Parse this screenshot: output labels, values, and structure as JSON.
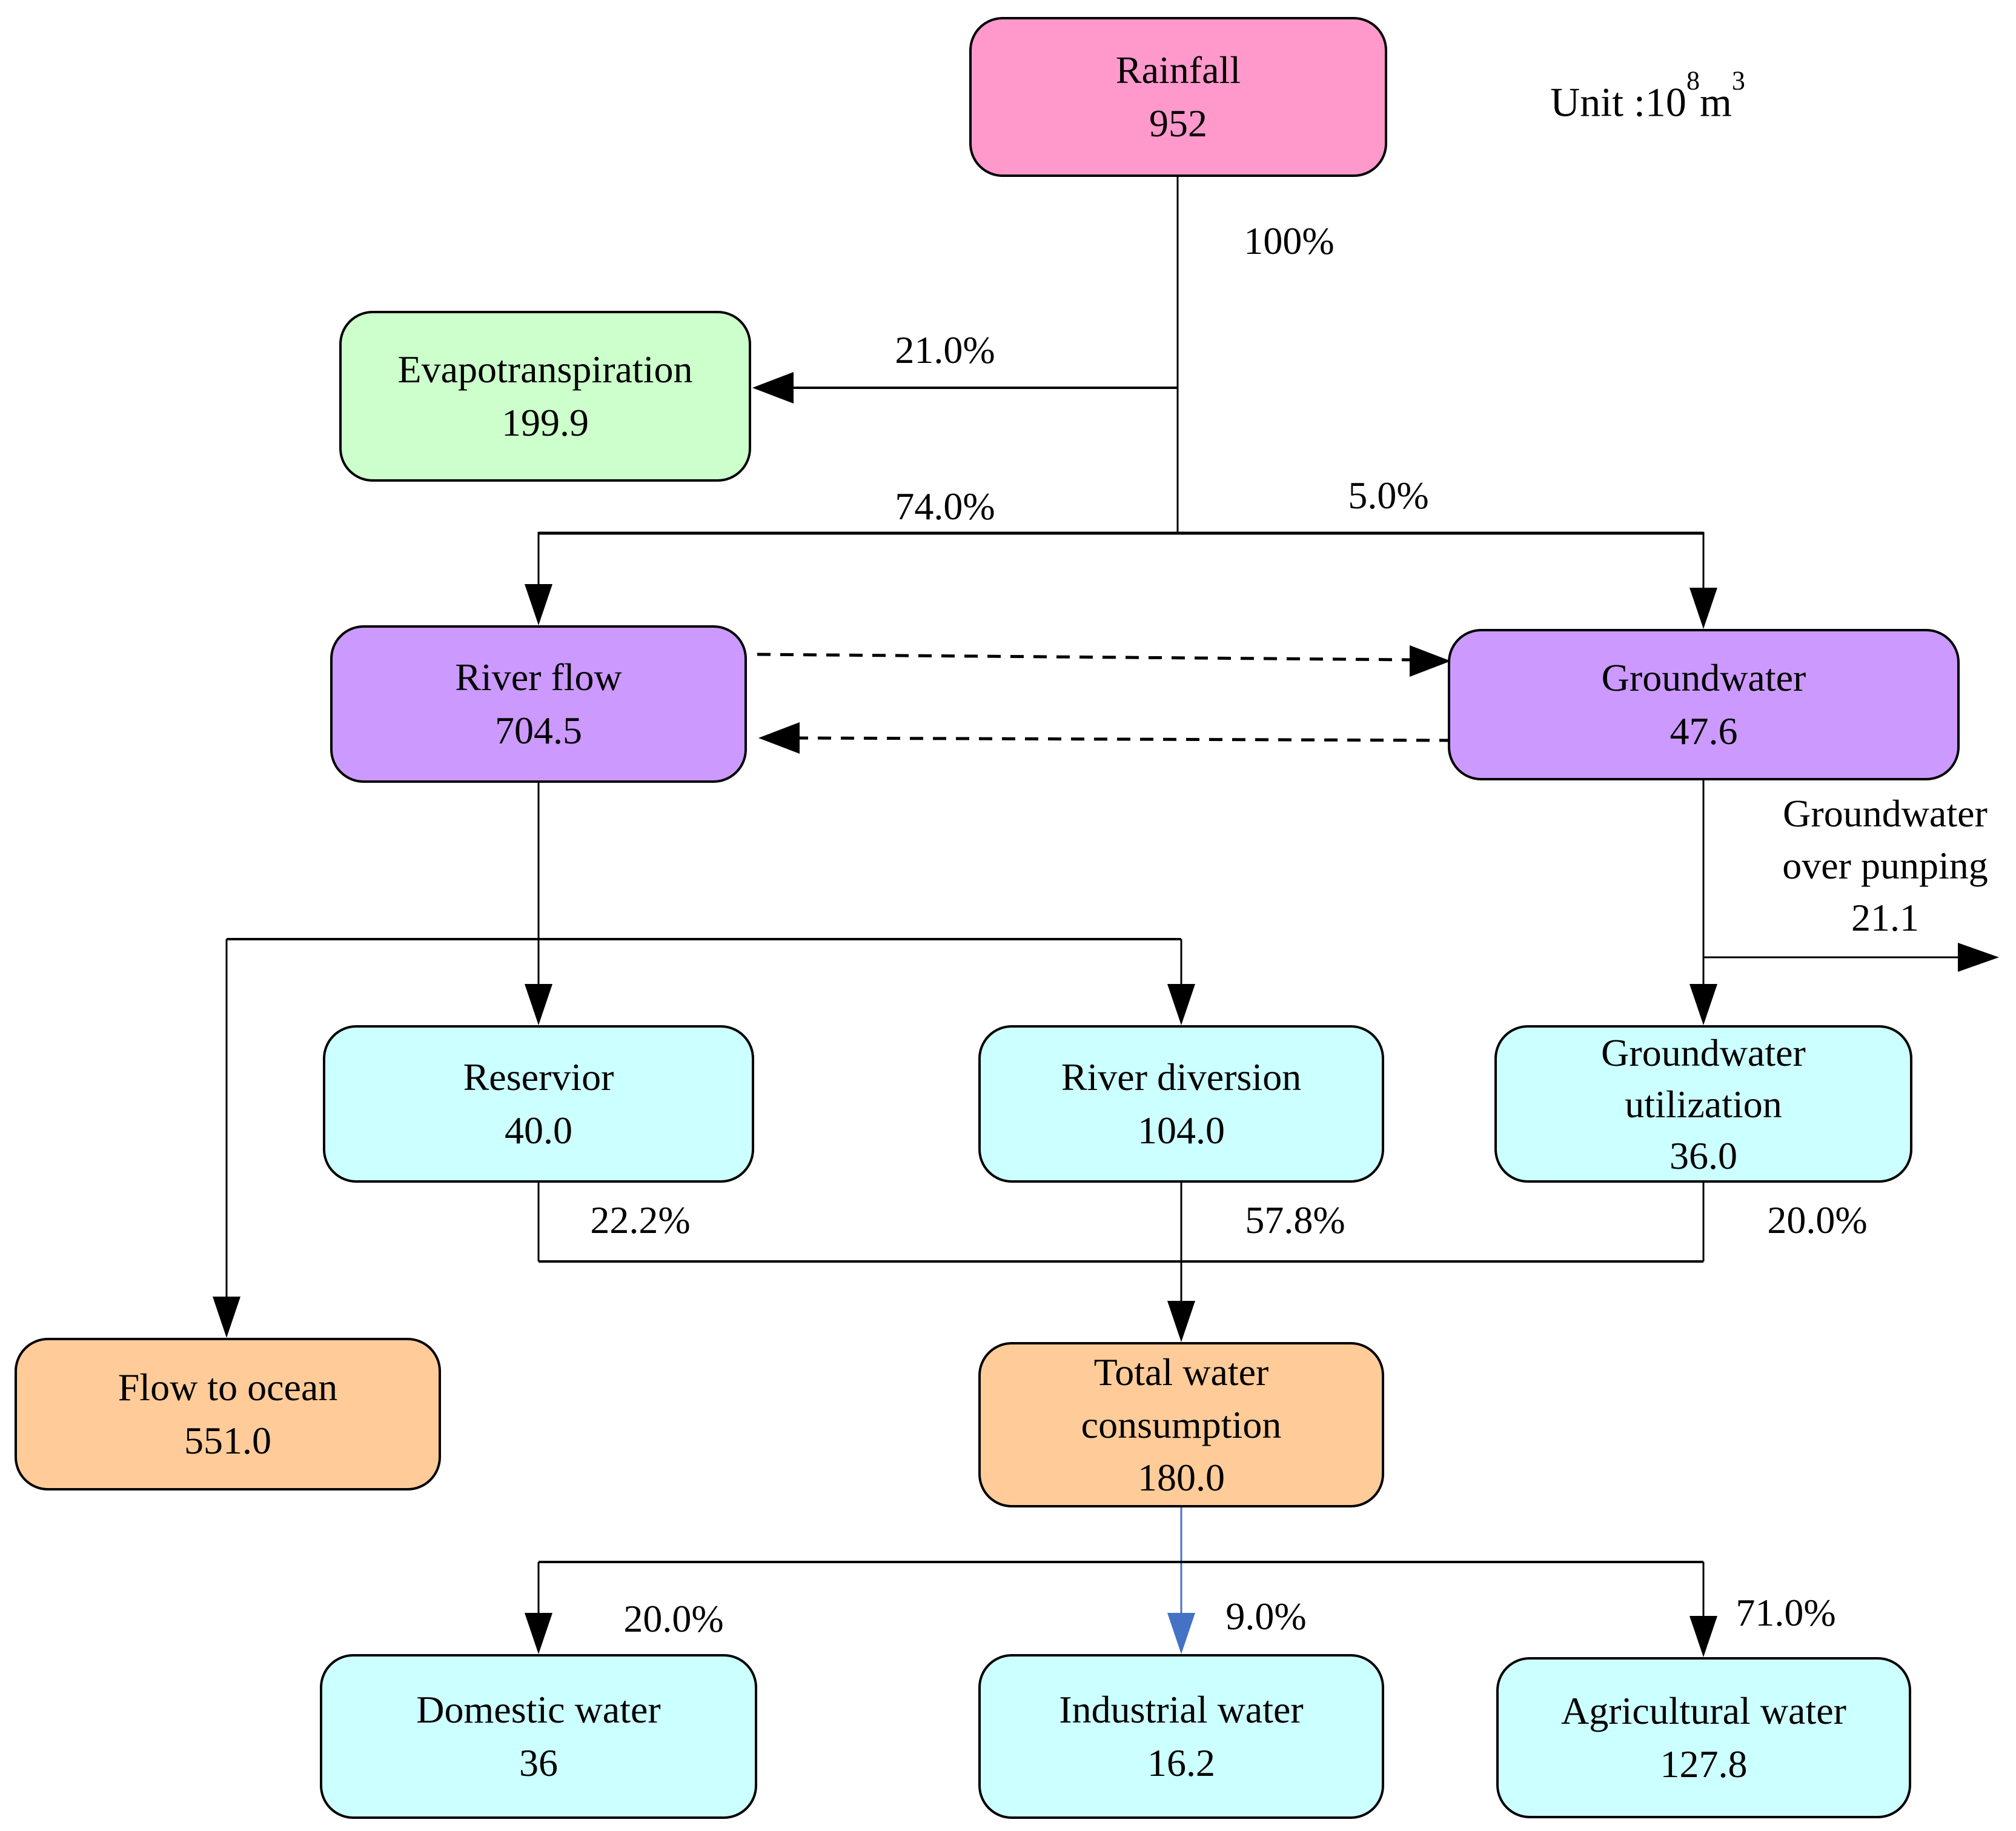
{
  "unit": {
    "prefix": "Unit :10",
    "sup1": "8",
    "base": "m",
    "sup2": "3"
  },
  "nodes": {
    "rainfall": {
      "label": "Rainfall",
      "value": "952",
      "color": "#FF99CC"
    },
    "evapotranspiration": {
      "label": "Evapotranspiration",
      "value": "199.9",
      "color": "#CCFFCC"
    },
    "river_flow": {
      "label": "River flow",
      "value": "704.5",
      "color": "#CC99FF"
    },
    "groundwater": {
      "label": "Groundwater",
      "value": "47.6",
      "color": "#CC99FF"
    },
    "reservior": {
      "label": "Reservior",
      "value": "40.0",
      "color": "#CCFFFF"
    },
    "river_diversion": {
      "label": "River diversion",
      "value": "104.0",
      "color": "#CCFFFF"
    },
    "groundwater_utilization": {
      "line1": "Groundwater",
      "line2": "utilization",
      "value": "36.0",
      "color": "#CCFFFF"
    },
    "flow_to_ocean": {
      "label": "Flow to ocean",
      "value": "551.0",
      "color": "#FFCC99"
    },
    "total_water_consumption": {
      "line1": "Total water",
      "line2": "consumption",
      "value": "180.0",
      "color": "#FFCC99"
    },
    "domestic_water": {
      "label": "Domestic water",
      "value": "36",
      "color": "#CCFFFF"
    },
    "industrial_water": {
      "label": "Industrial water",
      "value": "16.2",
      "color": "#CCFFFF"
    },
    "agricultural_water": {
      "label": "Agricultural water",
      "value": "127.8",
      "color": "#CCFFFF"
    }
  },
  "edge_labels": {
    "rainfall_pct": "100%",
    "evapotranspiration_pct": "21.0%",
    "river_flow_pct": "74.0%",
    "groundwater_pct": "5.0%",
    "overpumping_line1": "Groundwater",
    "overpumping_line2": "over punping",
    "overpumping_value": "21.1",
    "reservior_pct": "22.2%",
    "river_diversion_pct": "57.8%",
    "groundwater_utilization_pct": "20.0%",
    "domestic_pct": "20.0%",
    "industrial_pct": "9.0%",
    "agricultural_pct": "71.0%"
  },
  "colors": {
    "connector": "#000000",
    "industrial_connector": "#4472C4"
  }
}
